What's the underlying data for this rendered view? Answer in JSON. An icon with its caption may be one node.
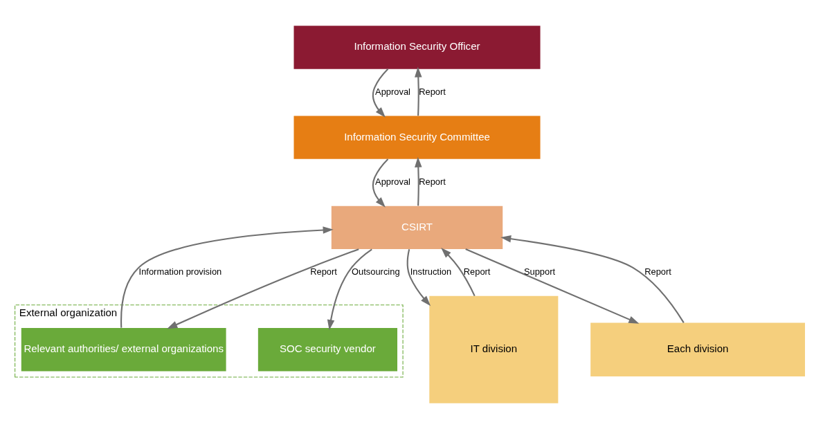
{
  "diagram": {
    "nodes": [
      {
        "text": [
          "Information Security Officer"
        ]
      },
      {
        "text": [
          "Information Security Committee"
        ]
      },
      {
        "text": [
          "External organization"
        ]
      },
      {
        "text": [
          "SOC security vendor"
        ],
        "in": 2
      },
      {
        "text": [
          "Relevant authorities/ external organizations"
        ],
        "in": 2
      },
      {
        "text": [
          "CSIRT"
        ]
      },
      {
        "text": [
          "IT division"
        ]
      },
      {
        "text": [
          "Each division"
        ]
      }
    ],
    "edges": [
      {
        "from": 1,
        "to": 0,
        "arrow": "to",
        "label": "Report"
      },
      {
        "from": 0,
        "to": 1,
        "arrow": "to",
        "label": "Approval"
      },
      {
        "from": 5,
        "to": 1,
        "arrow": "to",
        "label": "Report"
      },
      {
        "from": 1,
        "to": 5,
        "arrow": "to",
        "label": "Approval"
      },
      {
        "from": 5,
        "to": 3,
        "arrow": "to",
        "label": "Outsourcing"
      },
      {
        "from": 4,
        "to": 5,
        "arrow": "to",
        "label": "Information provision"
      },
      {
        "from": 5,
        "to": 4,
        "arrow": "to",
        "label": "Report"
      },
      {
        "from": 6,
        "to": 5,
        "arrow": "to",
        "label": "Report"
      },
      {
        "from": 5,
        "to": 6,
        "arrow": "to",
        "label": "Instruction"
      },
      {
        "from": 7,
        "to": 5,
        "arrow": "to",
        "label": "Report"
      },
      {
        "from": 5,
        "to": 7,
        "arrow": "to",
        "label": "Support"
      }
    ]
  }
}
